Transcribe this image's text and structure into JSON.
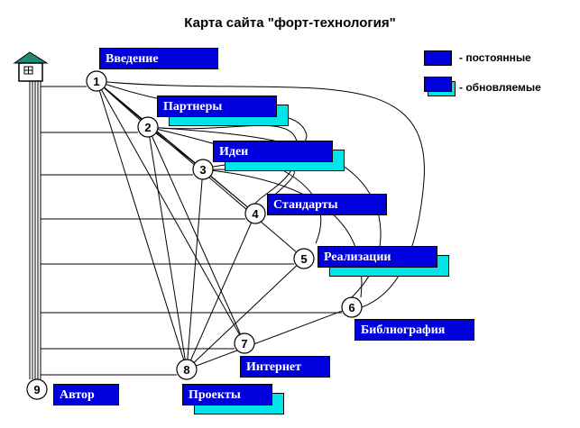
{
  "title": "Карта сайта \"форт-технология\"",
  "legend": {
    "permanent": "- постоянные",
    "updated": "- обновляемые",
    "permanent_color": "#0000dd",
    "updated_color": "#00e6e6"
  },
  "nodes": [
    {
      "id": "1",
      "label": "Введение",
      "kind": "permanent"
    },
    {
      "id": "2",
      "label": "Партнеры",
      "kind": "updated"
    },
    {
      "id": "3",
      "label": "Идеи",
      "kind": "updated"
    },
    {
      "id": "4",
      "label": "Стандарты",
      "kind": "permanent"
    },
    {
      "id": "5",
      "label": "Реализации",
      "kind": "updated"
    },
    {
      "id": "6",
      "label": "Библиография",
      "kind": "permanent"
    },
    {
      "id": "7",
      "label": "Интернет",
      "kind": "permanent"
    },
    {
      "id": "8",
      "label": "Проекты",
      "kind": "updated"
    },
    {
      "id": "9",
      "label": "Автор",
      "kind": "permanent"
    }
  ],
  "icons": {
    "home": "house-icon"
  }
}
